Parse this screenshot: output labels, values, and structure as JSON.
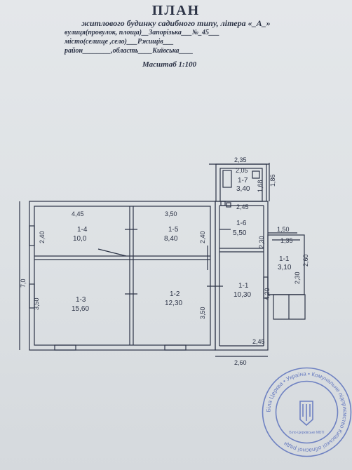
{
  "header": {
    "title": "ПЛАН",
    "subtitle": "житлового будинку садибного типу, літера «_А_»",
    "street_line": "вулиця(провулок, площа)__Запорізька___№_45___",
    "town_line": "місто(селище ,село)___Ржищів___",
    "district_line": "район________,область____Київська____",
    "scale": "Масштаб 1:100"
  },
  "plan": {
    "rooms": [
      {
        "id": "1-4",
        "area": "10,0"
      },
      {
        "id": "1-5",
        "area": "8,40"
      },
      {
        "id": "1-3",
        "area": "15,60"
      },
      {
        "id": "1-2",
        "area": "12,30"
      },
      {
        "id": "1-6",
        "area": "5,50"
      },
      {
        "id": "1-1",
        "area": "10,30"
      },
      {
        "id": "1-7",
        "area": "3,40"
      },
      {
        "id": "1-1",
        "area": "3,10"
      }
    ],
    "dimensions": [
      "4,45",
      "3,50",
      "2,40",
      "2,40",
      "7,0",
      "3,50",
      "3,50",
      "2,35",
      "2,05",
      "1,68",
      "1,86",
      "2,45",
      "2,30",
      "1,50",
      "1,35",
      "2,60",
      "2,30",
      "4,20",
      "2,45",
      "2,60"
    ]
  },
  "stamp": {
    "ring_text": "Біла Церква • Україна • Комунальне підприємство Київської обласної ради",
    "center_text": "Біло-Церківське МБТІ"
  },
  "colors": {
    "ink": "#2c3346",
    "stamp": "#4b63b8",
    "paper": "#e0e3e6"
  }
}
